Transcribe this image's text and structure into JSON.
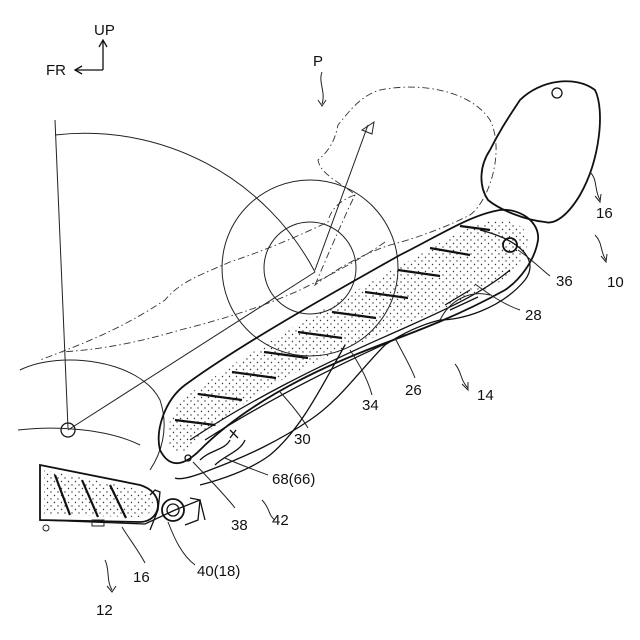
{
  "orientation": {
    "up_label": "UP",
    "front_label": "FR"
  },
  "labels": {
    "occupant": "P",
    "seat": "10",
    "headrest": "16",
    "pivot_upper": "36",
    "pad_frame": "28",
    "seatback": "14",
    "frame_side": "26",
    "panel": "34",
    "member": "30",
    "lower_link": "68(66)",
    "bracket": "42",
    "bolt": "38",
    "recliner": "40(18)",
    "cushion_cover": "16",
    "cushion": "12"
  }
}
